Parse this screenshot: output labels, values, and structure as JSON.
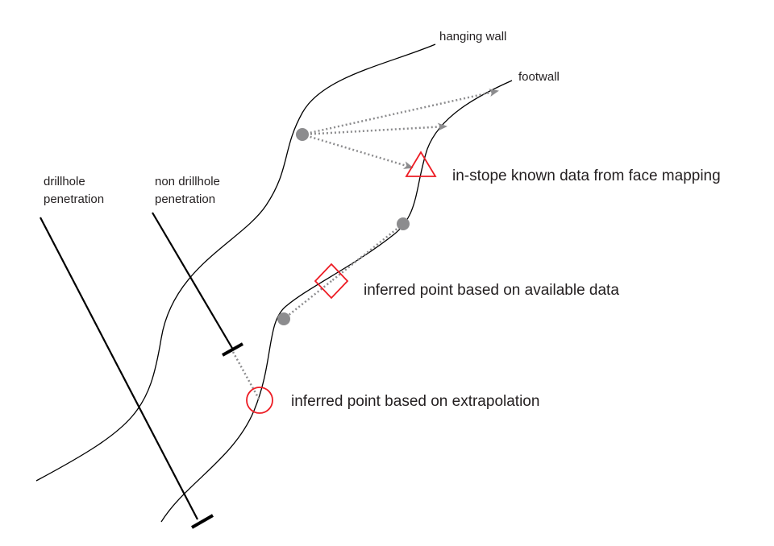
{
  "labels": {
    "hanging_wall": "hanging wall",
    "footwall": "footwall",
    "drillhole_line1": "drillhole",
    "drillhole_line2": "penetration",
    "non_drillhole_line1": "non drillhole",
    "non_drillhole_line2": "penetration",
    "known_data": "in-stope known data from face mapping",
    "inferred_available": "inferred point based on available data",
    "inferred_extrapolation": "inferred point based on extrapolation"
  },
  "colors": {
    "line": "#000000",
    "marker": "#ed1c24",
    "point": "#8c8c8e",
    "arrow": "#8c8c8e"
  },
  "icons": {
    "known_data": "triangle-icon",
    "inferred_available": "diamond-icon",
    "inferred_extrapolation": "circle-icon",
    "data_point": "dot-icon",
    "projection": "dotted-arrow-icon"
  }
}
